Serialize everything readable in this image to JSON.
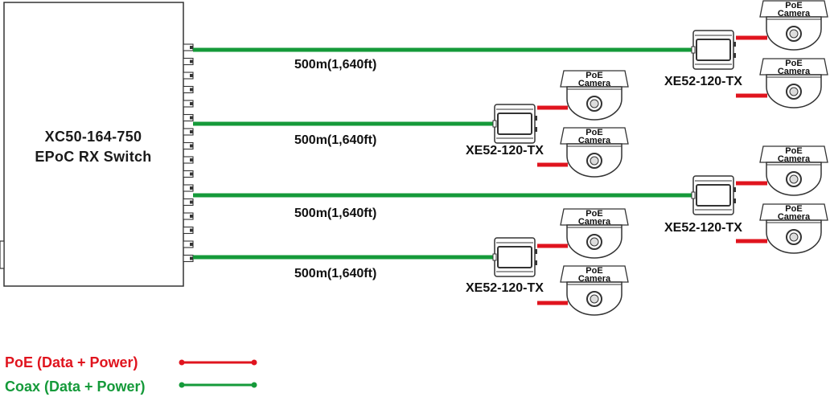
{
  "switch": {
    "model": "XC50-164-750",
    "name": "EPoC RX Switch"
  },
  "links": [
    {
      "distance": "500m(1,640ft)",
      "transmitter": "XE52-120-TX"
    },
    {
      "distance": "500m(1,640ft)",
      "transmitter": "XE52-120-TX"
    },
    {
      "distance": "500m(1,640ft)",
      "transmitter": "XE52-120-TX"
    },
    {
      "distance": "500m(1,640ft)",
      "transmitter": "XE52-120-TX"
    }
  ],
  "camera_label": {
    "line1": "PoE",
    "line2": "Camera"
  },
  "legend": [
    {
      "label": "PoE (Data + Power)",
      "color": "#e0141e"
    },
    {
      "label": "Coax (Data + Power)",
      "color": "#159a3a"
    }
  ],
  "colors": {
    "poe": "#e0141e",
    "coax": "#159a3a",
    "outline": "#333333"
  }
}
